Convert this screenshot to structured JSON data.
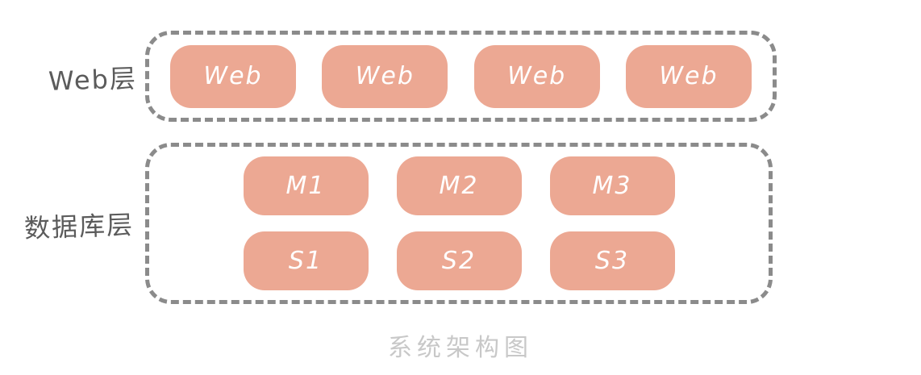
{
  "title": "系统架构图",
  "web_layer": {
    "label": "Web层",
    "nodes": [
      "Web",
      "Web",
      "Web",
      "Web"
    ]
  },
  "db_layer": {
    "label": "数据库层",
    "master_nodes": [
      "M1",
      "M2",
      "M3"
    ],
    "slave_nodes": [
      "S1",
      "S2",
      "S3"
    ]
  },
  "colors": {
    "node_fill": "#ECA893",
    "node_text": "#FFFFFF",
    "dash_border": "#8B8B8B",
    "label_text": "#5B5B5B",
    "title_text": "#C8C8C8"
  }
}
